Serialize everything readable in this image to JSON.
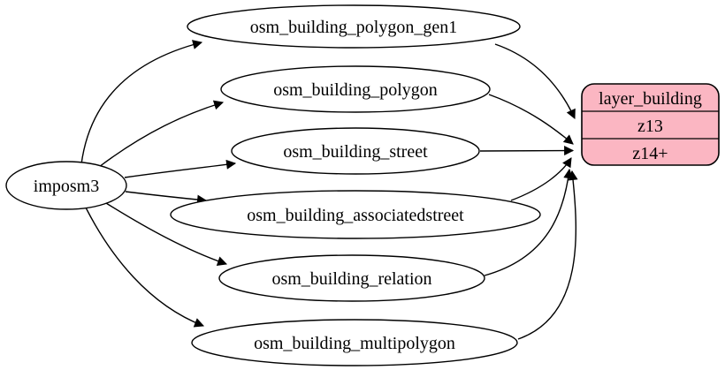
{
  "diagram": {
    "kind": "etl-graph",
    "source_node": {
      "label": "imposm3"
    },
    "tables": [
      {
        "label": "osm_building_polygon_gen1",
        "target_row": "z13"
      },
      {
        "label": "osm_building_polygon",
        "target_row": "z14+"
      },
      {
        "label": "osm_building_street",
        "target_row": "z14+"
      },
      {
        "label": "osm_building_associatedstreet",
        "target_row": "z14+"
      },
      {
        "label": "osm_building_relation",
        "target_row": "z14+"
      },
      {
        "label": "osm_building_multipolygon",
        "target_row": "z14+"
      }
    ],
    "layer_node": {
      "title": "layer_building",
      "rows": [
        "z13",
        "z14+"
      ],
      "fill_color": "#fbb6c2",
      "border_color": "#000000"
    },
    "colors": {
      "background": "#ffffff",
      "edge": "#000000",
      "table_fill": "#ffffff",
      "table_border": "#000000",
      "text": "#000000"
    }
  }
}
